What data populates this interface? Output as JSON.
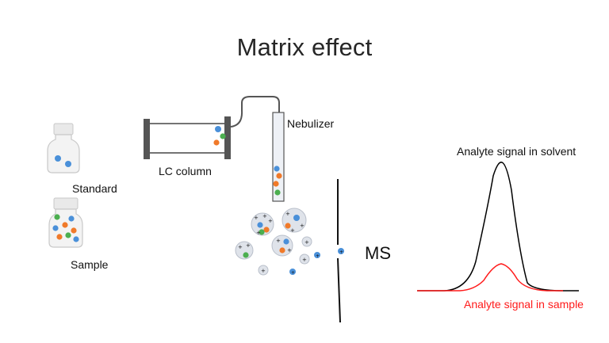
{
  "title": "Matrix effect",
  "labels": {
    "standard": "Standard",
    "sample": "Sample",
    "lc_column": "LC column",
    "nebulizer": "Nebulizer",
    "ms": "MS",
    "solvent_signal": "Analyte signal in solvent",
    "sample_signal": "Analyte signal in sample"
  },
  "colors": {
    "analyte": "#4a90d9",
    "matrix_orange": "#f07a2a",
    "matrix_green": "#4caf50",
    "solvent_trace": "#000000",
    "sample_trace": "#ff1a1a"
  },
  "droplet_charge_symbol": "+"
}
